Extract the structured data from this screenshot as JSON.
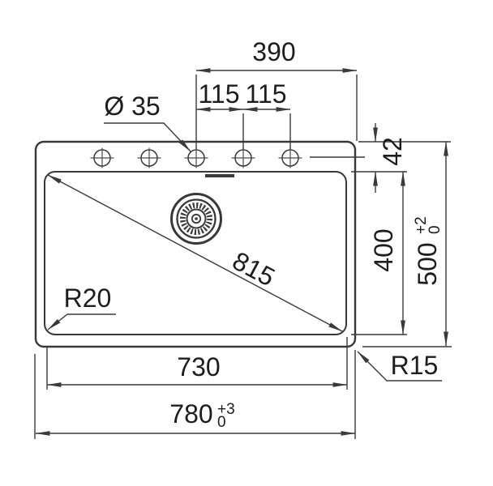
{
  "drawing_type": "sink-installation-top-view",
  "colors": {
    "background": "#ffffff",
    "line": "#3a3a3a",
    "text": "#1d1d1d"
  },
  "labels": {
    "faucet_holes_span": "390",
    "hole_pitch_left": "115",
    "hole_pitch_right": "115",
    "hole_diameter": "Ø 35",
    "top_edge_to_bowl": "42",
    "bowl_depth": "400",
    "overall_depth": "500",
    "overall_depth_tolerance_upper": "+2",
    "overall_depth_tolerance_lower": "0",
    "bowl_diagonal": "815",
    "bowl_width": "730",
    "overall_width": "780",
    "overall_width_tolerance_upper": "+3",
    "overall_width_tolerance_lower": "0",
    "bowl_corner_radius": "R20",
    "rim_corner_radius": "R15"
  }
}
